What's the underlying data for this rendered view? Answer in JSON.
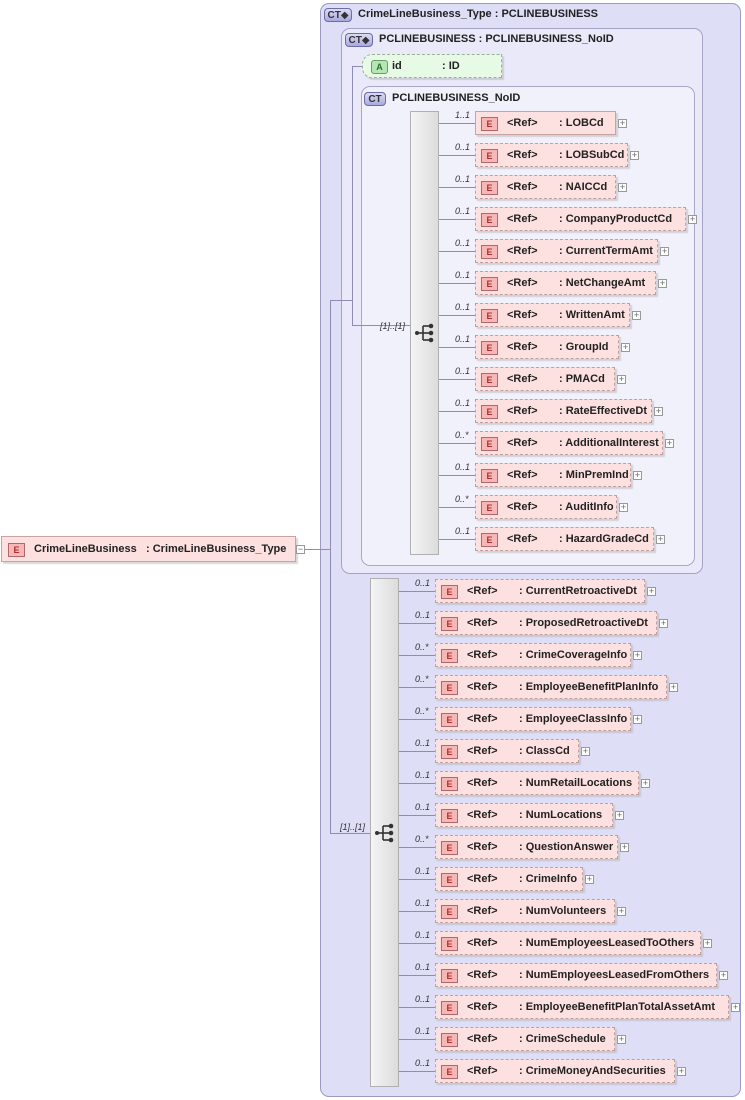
{
  "root": {
    "badge": "E",
    "name": "CrimeLineBusiness",
    "type": ": CrimeLineBusiness_Type",
    "collapse_glyph": "−"
  },
  "outer_type": {
    "badge": "CT",
    "title": "CrimeLineBusiness_Type : PCLINEBUSINESS"
  },
  "inner_type": {
    "badge": "CT",
    "title": "PCLINEBUSINESS : PCLINEBUSINESS_NoID",
    "attribute": {
      "badge": "A",
      "name": "id",
      "type": ": ID"
    },
    "noid": {
      "badge": "CT",
      "title": "PCLINEBUSINESS_NoID",
      "sequence_cardinality": "[1]..[1]",
      "elements": [
        {
          "card": "1..1",
          "ref": "<Ref>",
          "name": ": LOBCd"
        },
        {
          "card": "0..1",
          "ref": "<Ref>",
          "name": ": LOBSubCd"
        },
        {
          "card": "0..1",
          "ref": "<Ref>",
          "name": ": NAICCd"
        },
        {
          "card": "0..1",
          "ref": "<Ref>",
          "name": ": CompanyProductCd"
        },
        {
          "card": "0..1",
          "ref": "<Ref>",
          "name": ": CurrentTermAmt"
        },
        {
          "card": "0..1",
          "ref": "<Ref>",
          "name": ": NetChangeAmt"
        },
        {
          "card": "0..1",
          "ref": "<Ref>",
          "name": ": WrittenAmt"
        },
        {
          "card": "0..1",
          "ref": "<Ref>",
          "name": ": GroupId"
        },
        {
          "card": "0..1",
          "ref": "<Ref>",
          "name": ": PMACd"
        },
        {
          "card": "0..1",
          "ref": "<Ref>",
          "name": ": RateEffectiveDt"
        },
        {
          "card": "0..*",
          "ref": "<Ref>",
          "name": ": AdditionalInterest"
        },
        {
          "card": "0..1",
          "ref": "<Ref>",
          "name": ": MinPremInd"
        },
        {
          "card": "0..*",
          "ref": "<Ref>",
          "name": ": AuditInfo"
        },
        {
          "card": "0..1",
          "ref": "<Ref>",
          "name": ": HazardGradeCd"
        }
      ]
    }
  },
  "crime_sequence": {
    "cardinality": "[1]..[1]",
    "elements": [
      {
        "card": "0..1",
        "ref": "<Ref>",
        "name": ": CurrentRetroactiveDt"
      },
      {
        "card": "0..1",
        "ref": "<Ref>",
        "name": ": ProposedRetroactiveDt"
      },
      {
        "card": "0..*",
        "ref": "<Ref>",
        "name": ": CrimeCoverageInfo"
      },
      {
        "card": "0..*",
        "ref": "<Ref>",
        "name": ": EmployeeBenefitPlanInfo"
      },
      {
        "card": "0..*",
        "ref": "<Ref>",
        "name": ": EmployeeClassInfo"
      },
      {
        "card": "0..1",
        "ref": "<Ref>",
        "name": ": ClassCd"
      },
      {
        "card": "0..1",
        "ref": "<Ref>",
        "name": ": NumRetailLocations"
      },
      {
        "card": "0..1",
        "ref": "<Ref>",
        "name": ": NumLocations"
      },
      {
        "card": "0..*",
        "ref": "<Ref>",
        "name": ": QuestionAnswer"
      },
      {
        "card": "0..1",
        "ref": "<Ref>",
        "name": ": CrimeInfo"
      },
      {
        "card": "0..1",
        "ref": "<Ref>",
        "name": ": NumVolunteers"
      },
      {
        "card": "0..1",
        "ref": "<Ref>",
        "name": ": NumEmployeesLeasedToOthers"
      },
      {
        "card": "0..1",
        "ref": "<Ref>",
        "name": ": NumEmployeesLeasedFromOthers"
      },
      {
        "card": "0..1",
        "ref": "<Ref>",
        "name": ": EmployeeBenefitPlanTotalAssetAmt"
      },
      {
        "card": "0..1",
        "ref": "<Ref>",
        "name": ": CrimeSchedule"
      },
      {
        "card": "0..1",
        "ref": "<Ref>",
        "name": ": CrimeMoneyAndSecurities"
      }
    ]
  },
  "element_badge": "E",
  "expand_glyph": "+",
  "icons": {
    "complex_type": "ct-expanded-icon",
    "sequence": "sequence-compositor-icon",
    "expand": "plus-expand-icon"
  },
  "colors": {
    "element_fill": "#fde0e0",
    "attribute_fill": "#e6fae6",
    "complex_type_fill": "#dedef7"
  }
}
